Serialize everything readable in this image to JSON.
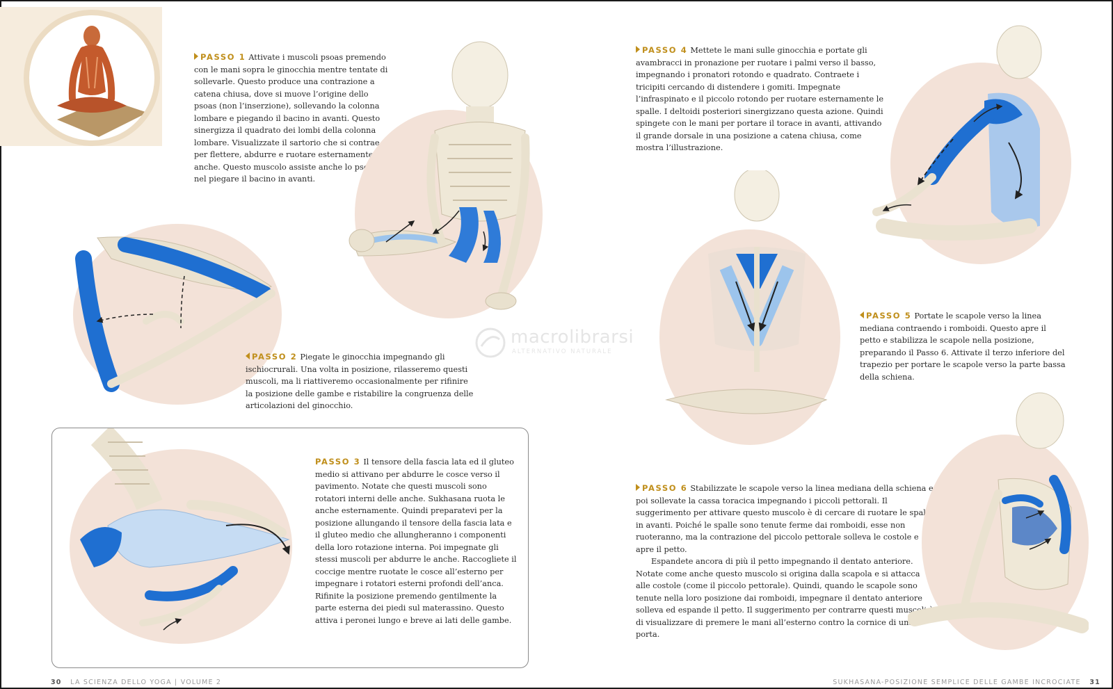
{
  "steps": {
    "step1": {
      "label": "PASSO 1",
      "text": "Attivate i muscoli psoas premendo con le mani sopra le ginocchia mentre tentate di sollevarle. Questo produce una contrazione a catena chiusa, dove si muove l’origine dello psoas (non l’inserzione), sollevando la colonna lombare e piegando il bacino in avanti. Questo sinergizza il quadrato dei lombi della colonna lombare. Visualizzate il sartorio che si contrae per flettere, abdurre e ruotare esternamente le anche. Questo muscolo assiste anche lo psoas nel piegare il bacino in avanti."
    },
    "step2": {
      "label": "PASSO 2",
      "text": "Piegate le ginocchia impegnando gli ischiocrurali. Una volta in posizione, rilasseremo questi muscoli, ma li riattiveremo occasionalmente per rifinire la posizione delle gambe e ristabilire la congruenza delle articolazioni del ginocchio."
    },
    "step3": {
      "label": "PASSO 3",
      "text": "Il tensore della fascia lata ed il gluteo medio si attivano per abdurre le cosce verso il pavimento. Notate che questi muscoli sono rotatori interni delle anche. Sukhasana ruota le anche esternamente. Quindi preparatevi per la posizione allungando il tensore della fascia lata e il gluteo medio che allungheranno i componenti della loro rotazione interna. Poi impegnate gli stessi muscoli per abdurre le anche. Raccogliete il coccige mentre ruotate le cosce all’esterno per impegnare i rotatori esterni profondi dell’anca. Rifinite la posizione premendo gentilmente la parte esterna dei piedi sul materassino. Questo attiva i peronei lungo e breve ai lati delle gambe."
    },
    "step4": {
      "label": "PASSO 4",
      "text": "Mettete le mani sulle ginocchia e portate gli avambracci in pronazione per ruotare i palmi verso il basso, impegnando i pronatori rotondo e quadrato. Contraete i tricipiti cercando di distendere i gomiti. Impegnate l’infraspinato e il piccolo rotondo per ruotare esternamente le spalle. I deltoidi posteriori sinergizzano questa azione. Quindi spingete con le mani per portare il torace in avanti, attivando il grande dorsale in una posizione a catena chiusa, come mostra l’illustrazione."
    },
    "step5": {
      "label": "PASSO 5",
      "text": "Portate le scapole verso la linea mediana contraendo i romboidi. Questo apre il petto e stabilizza le scapole nella posizione, preparando il Passo 6. Attivate il terzo inferiore del trapezio per portare le scapole verso la parte bassa della schiena."
    },
    "step6": {
      "label": "PASSO 6",
      "text": "Stabilizzate le scapole verso la linea mediana della schiena  e poi sollevate la cassa toracica impegnando i piccoli pettorali. Il suggerimento per attivare questo muscolo è di cercare di ruotare le spalle in avanti. Poiché le spalle sono tenute ferme dai romboidi, esse non ruoteranno, ma la contrazione del piccolo pettorale solleva le costole e apre il petto.",
      "text2": "Espandete ancora di più il petto impegnando il dentato anteriore. Notate come anche questo muscolo si origina dalla scapola e si attacca alle costole (come il piccolo pettorale). Quindi, quando le scapole sono tenute nella loro posizione dai romboidi, impegnare il dentato anteriore solleva ed espande il petto. Il suggerimento per contrarre questi muscoli è di visualizzare di premere le mani all’esterno contro la cornice di una porta."
    }
  },
  "footer": {
    "left_page_number": "30",
    "left_title": "LA SCIENZA DELLO YOGA",
    "left_separator": "|",
    "left_volume": "VOLUME 2",
    "right_title": "SUKHASANA-POSIZIONE SEMPLICE DELLE GAMBE INCROCIATE",
    "right_page_number": "31"
  },
  "watermark": {
    "brand": "macrolibrarsi",
    "tagline": "ALTERNATIVO NATURALE"
  },
  "colors": {
    "accent_gold": "#c08f1c",
    "muscle_blue": "#1f6fd1",
    "bone": "#f1ece0",
    "skin": "#ecd2c4",
    "text": "#2b2b2b"
  },
  "icons": [
    "seated-figure-thumbnail",
    "skeleton-illustration",
    "arrow-icon"
  ]
}
